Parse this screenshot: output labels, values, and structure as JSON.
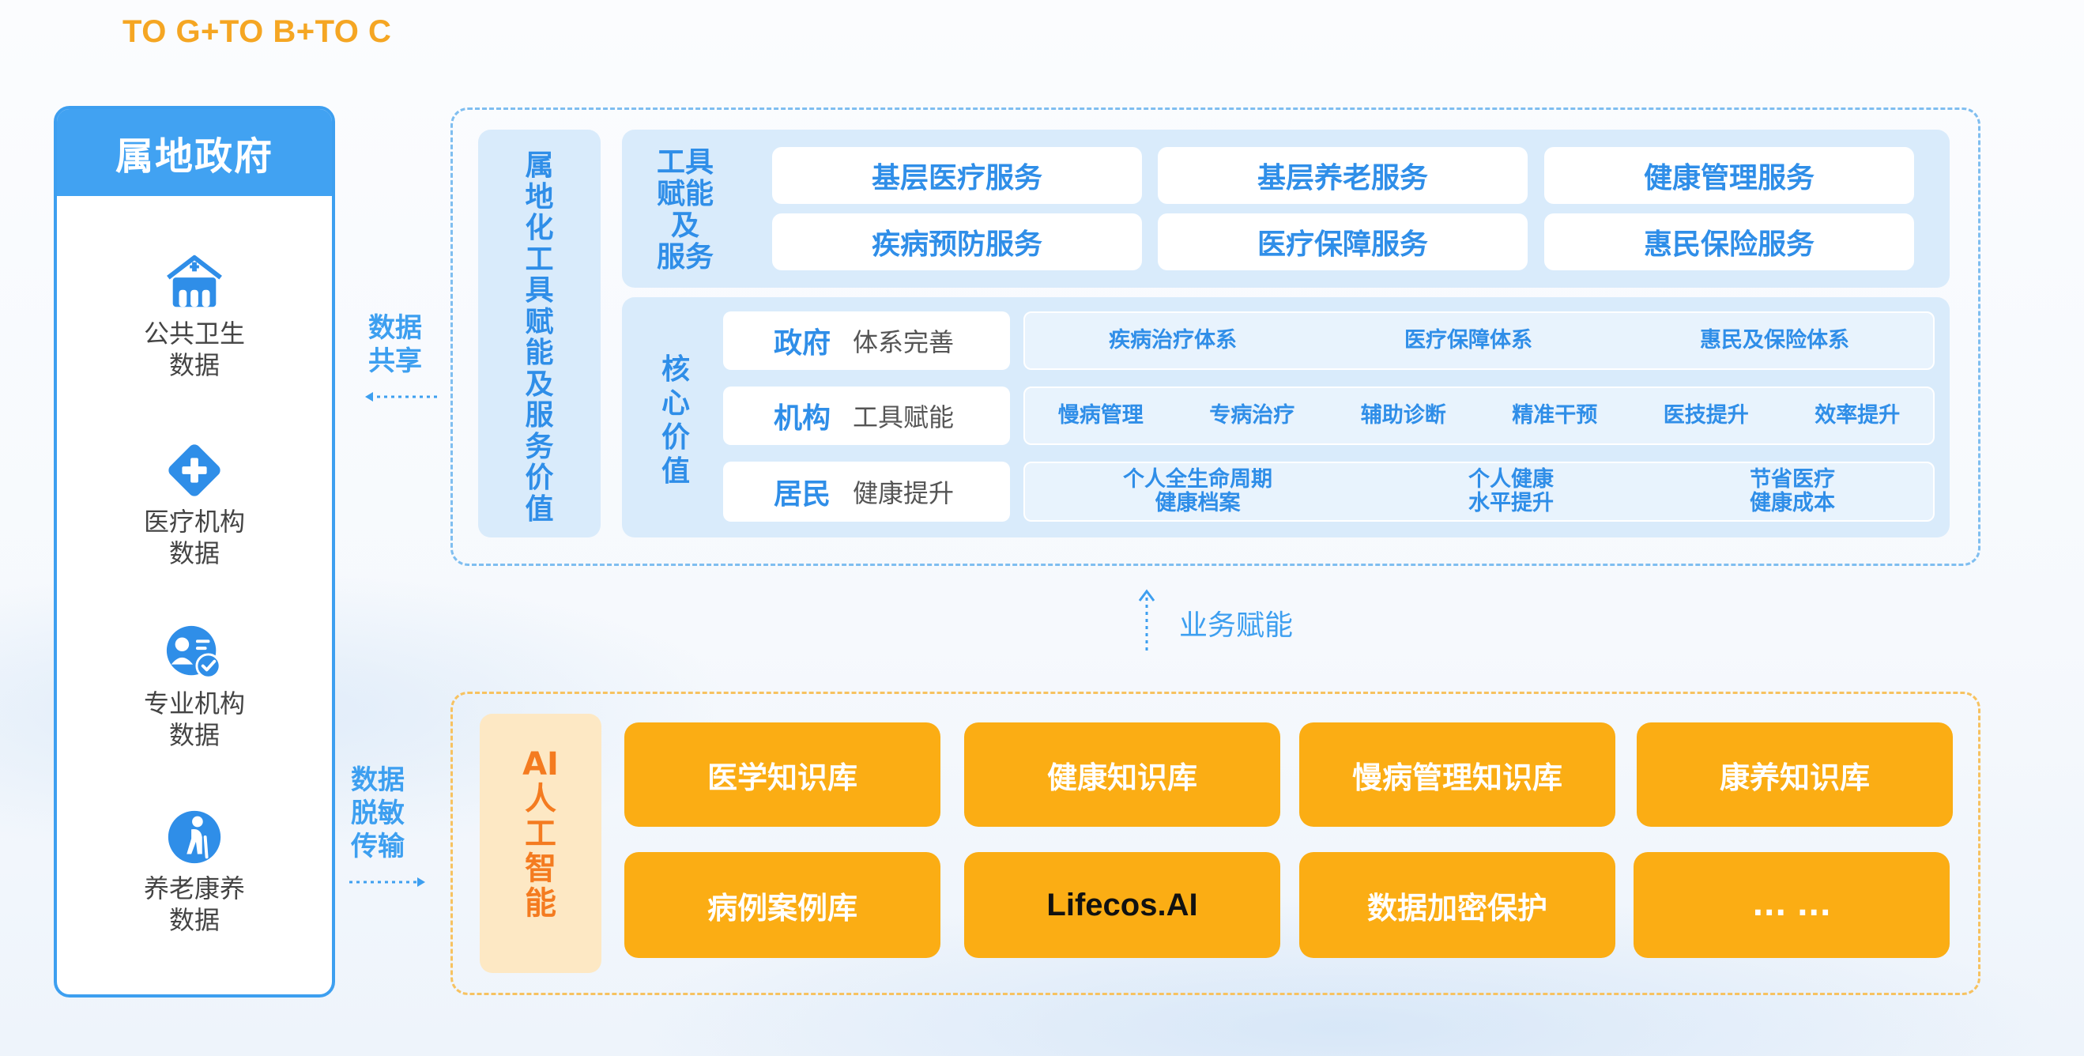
{
  "title": "TO G+TO B+TO C",
  "government": {
    "header": "属地政府",
    "sources": [
      {
        "icon": "hospital-building-icon",
        "label": "公共卫生\n数据"
      },
      {
        "icon": "medical-cross-diamond-icon",
        "label": "医疗机构\n数据"
      },
      {
        "icon": "verified-professional-icon",
        "label": "专业机构\n数据"
      },
      {
        "icon": "elderly-person-icon",
        "label": "养老康养\n数据"
      }
    ]
  },
  "flows": {
    "share": "数据\n共享",
    "desensitize": "数据\n脱敏\n传输",
    "business": "业务赋能"
  },
  "platform": {
    "vertical_label": "属地化工具赋能及服务价值",
    "tools_label": "工具\n赋能\n及\n服务",
    "services": [
      "基层医疗服务",
      "基层养老服务",
      "健康管理服务",
      "疾病预防服务",
      "医疗保障服务",
      "惠民保险服务"
    ],
    "core_label": "核\n心\n价\n值",
    "roles": [
      {
        "name": "政府",
        "desc": "体系完善",
        "values": [
          "疾病治疗体系",
          "医疗保障体系",
          "惠民及保险体系"
        ]
      },
      {
        "name": "机构",
        "desc": "工具赋能",
        "values": [
          "慢病管理",
          "专病治疗",
          "辅助诊断",
          "精准干预",
          "医技提升",
          "效率提升"
        ]
      },
      {
        "name": "居民",
        "desc": "健康提升",
        "values": [
          "个人全生命周期\n健康档案",
          "个人健康\n水平提升",
          "节省医疗\n健康成本"
        ]
      }
    ]
  },
  "ai": {
    "label": "AI\n人\n工\n智\n能",
    "knowledge_bases": [
      "医学知识库",
      "健康知识库",
      "慢病管理知识库",
      "康养知识库",
      "病例案例库",
      "Lifecos.AI",
      "数据加密保护",
      "... ..."
    ]
  },
  "colors": {
    "blue": "#3d9ff0",
    "orange": "#fbad14",
    "title_orange": "#f5a623",
    "light_blue_panel": "#d9ebfb"
  }
}
